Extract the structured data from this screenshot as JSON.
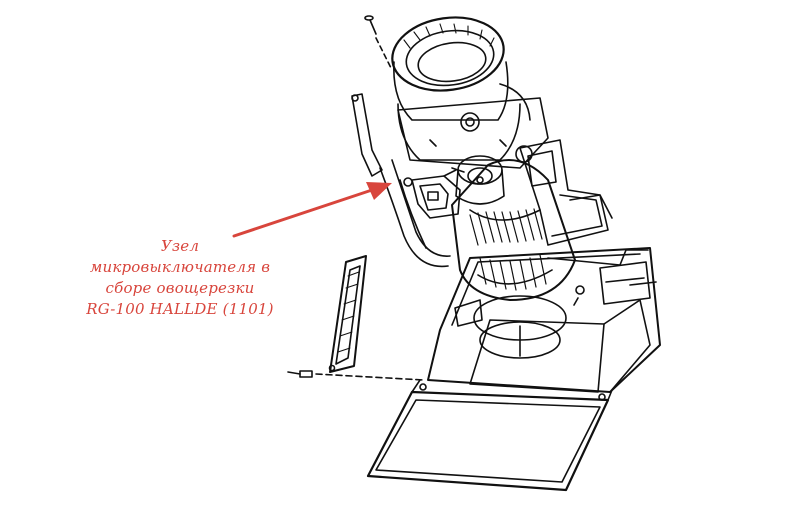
{
  "caption": {
    "lines": [
      "Узел",
      "микровыключателя в",
      "сборе овощерезки",
      "RG-100 HALLDE (1101)"
    ]
  },
  "colors": {
    "annotation": "#d8453c",
    "line_art": "#111111",
    "background": "#ffffff"
  },
  "icons": {
    "pointer": "red-arrow-icon"
  }
}
